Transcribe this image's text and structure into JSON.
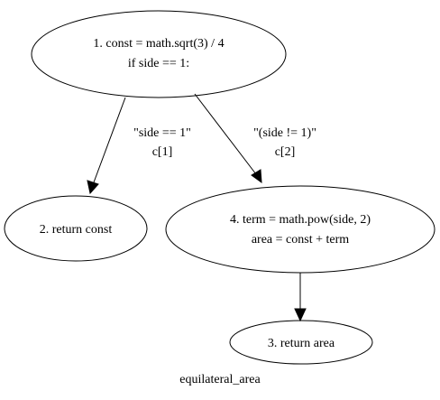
{
  "graph": {
    "title": "equilateral_area",
    "nodes": {
      "n1": {
        "line1": "1. const = math.sqrt(3) / 4",
        "line2": "if side == 1:"
      },
      "n2": {
        "line1": "2. return const"
      },
      "n4": {
        "line1": "4. term = math.pow(side, 2)",
        "line2": "area = const + term"
      },
      "n3": {
        "line1": "3. return area"
      }
    },
    "edges": {
      "e1_2": {
        "label1": "\"side == 1\"",
        "label2": "c[1]"
      },
      "e1_4": {
        "label1": "\"(side != 1)\"",
        "label2": "c[2]"
      },
      "e4_3": {}
    }
  }
}
